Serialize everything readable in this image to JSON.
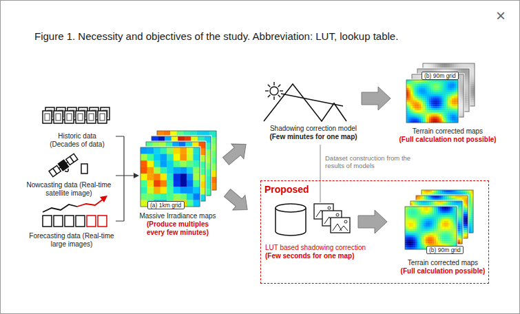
{
  "diagram": {
    "title": "Figure 1. Necessity and objectives of the study. Abbreviation: LUT, lookup table.",
    "nodes": [
      {
        "text": [
          "(a) 1km grid"
        ]
      },
      {
        "text": [
          "(b) 90m grid"
        ]
      },
      {
        "text": [
          "Proposed",
          "LUT based shadowing correction",
          "(Few seconds for one map)",
          "Terrain corrected maps",
          "(Full calculation possible)"
        ]
      },
      {
        "text": [
          "(b) 90m grid"
        ],
        "in": 2
      }
    ],
    "labels": [
      "×",
      "Historic data (Decades of data)",
      "Nowcasting data (Real-time satellite image)",
      "Forecasting data (Real-time large images)",
      "Massive Irradiance maps",
      "(Produce multiples every few minutes)",
      "Shadowing correction model",
      "(Few minutes for one map)",
      "Terrain corrected maps",
      "(Full calculation not possible)",
      "Dataset construction from the results of models"
    ]
  }
}
